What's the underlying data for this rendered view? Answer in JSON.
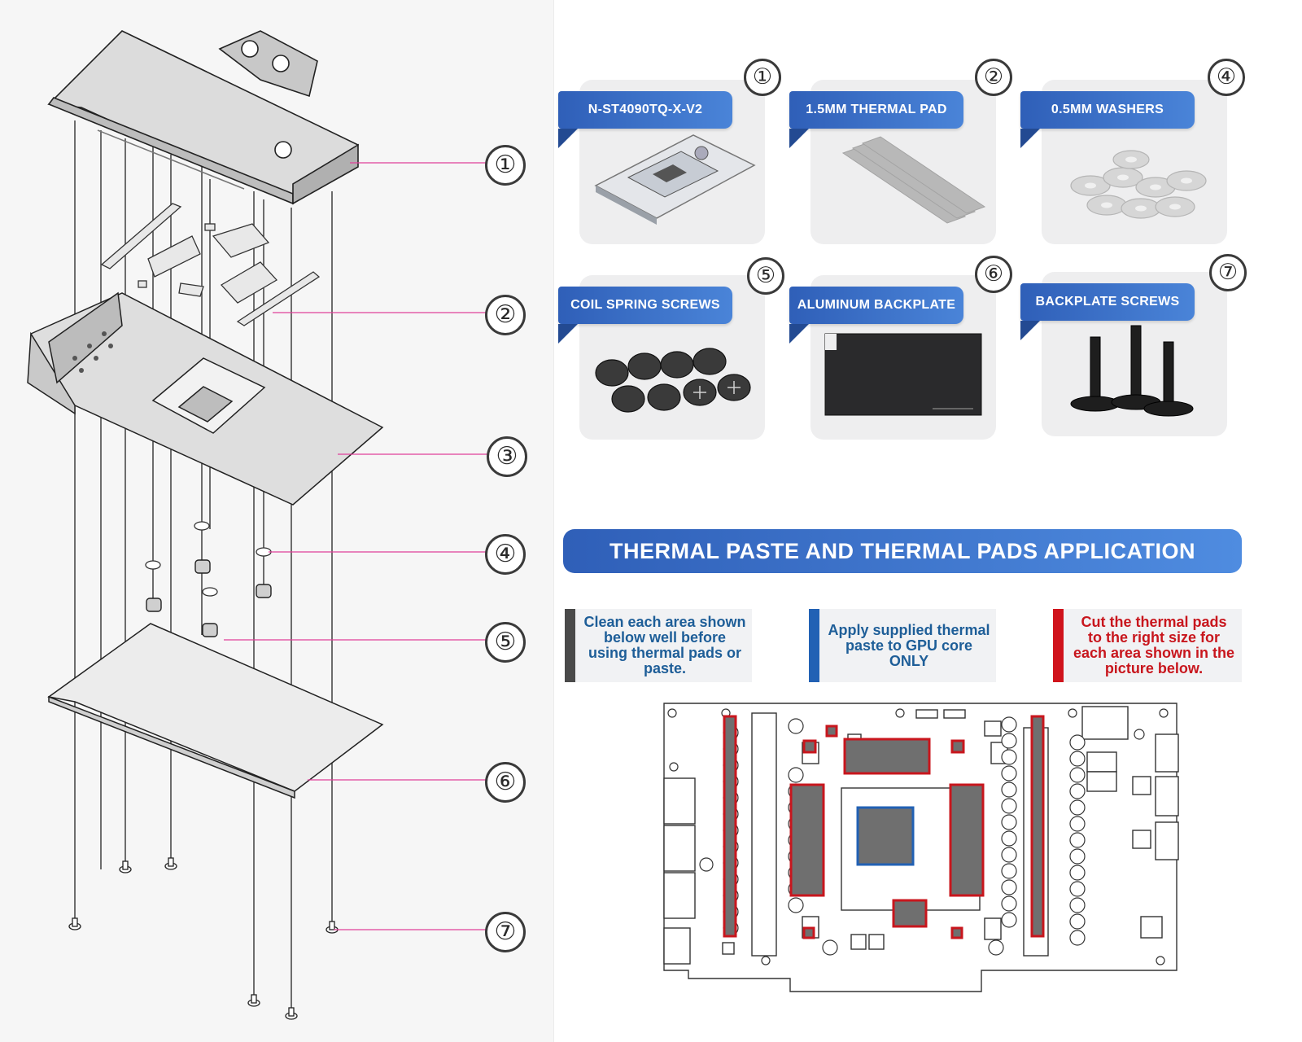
{
  "callouts": [
    "①",
    "②",
    "③",
    "④",
    "⑤",
    "⑥",
    "⑦"
  ],
  "cards": [
    {
      "num": "①",
      "label": "N-ST4090TQ-X-V2",
      "icon": "water-block-icon"
    },
    {
      "num": "②",
      "label": "1.5MM THERMAL PAD",
      "icon": "thermal-pad-icon"
    },
    {
      "num": "④",
      "label": "0.5MM WASHERS",
      "icon": "washers-icon"
    },
    {
      "num": "⑤",
      "label": "COIL SPRING SCREWS",
      "icon": "coil-spring-screws-icon"
    },
    {
      "num": "⑥",
      "label": "ALUMINUM BACKPLATE",
      "icon": "backplate-icon"
    },
    {
      "num": "⑦",
      "label": "BACKPLATE SCREWS",
      "icon": "backplate-screws-icon"
    }
  ],
  "banner": "THERMAL PASTE AND THERMAL PADS APPLICATION",
  "notes": [
    {
      "text": "Clean each area shown below well before using thermal pads or paste.",
      "color": "#1e5e98",
      "bar": "#4a4a4a"
    },
    {
      "text": "Apply supplied thermal paste to GPU core ONLY",
      "color": "#1e5e98",
      "bar": "#2261b4"
    },
    {
      "text": "Cut the thermal pads to the right size for each area shown in the picture below.",
      "color": "#c8161d",
      "bar": "#d0141c"
    }
  ],
  "colors": {
    "accent": "#2f5fb8",
    "pad": "#c8161d",
    "core": "#2261b4",
    "pad_fill": "#707070"
  }
}
